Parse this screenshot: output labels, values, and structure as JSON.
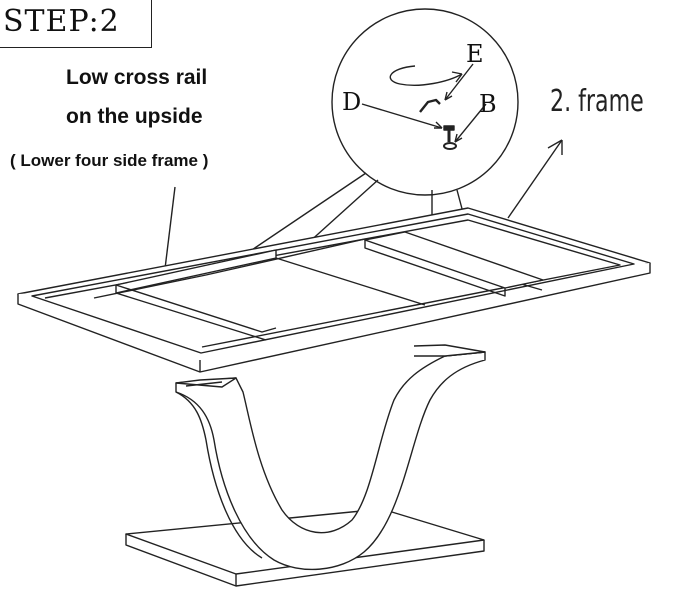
{
  "step": {
    "label": "STEP:2"
  },
  "callouts": {
    "rail_line1": "Low cross rail",
    "rail_line2": "on the upside",
    "rail_line3": "( Lower four side frame )",
    "frame": "2. frame"
  },
  "detail_letters": {
    "e": "E",
    "d": "D",
    "b": "B"
  },
  "colors": {
    "line": "#222222",
    "background": "#ffffff"
  }
}
